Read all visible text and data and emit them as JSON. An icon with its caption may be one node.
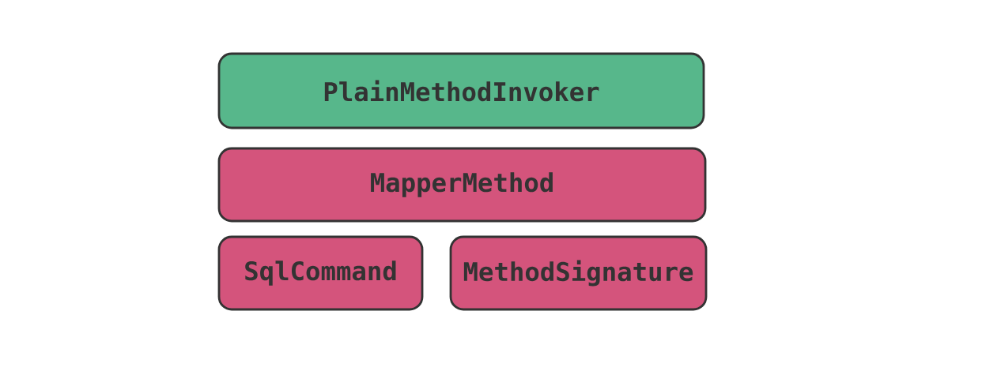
{
  "diagram": {
    "nodes": [
      {
        "text": [
          "PlainMethodInvoker"
        ]
      },
      {
        "text": [
          "MapperMethod"
        ]
      },
      {
        "text": [
          "SqlCommand"
        ]
      },
      {
        "text": [
          "MethodSignature"
        ]
      }
    ]
  }
}
